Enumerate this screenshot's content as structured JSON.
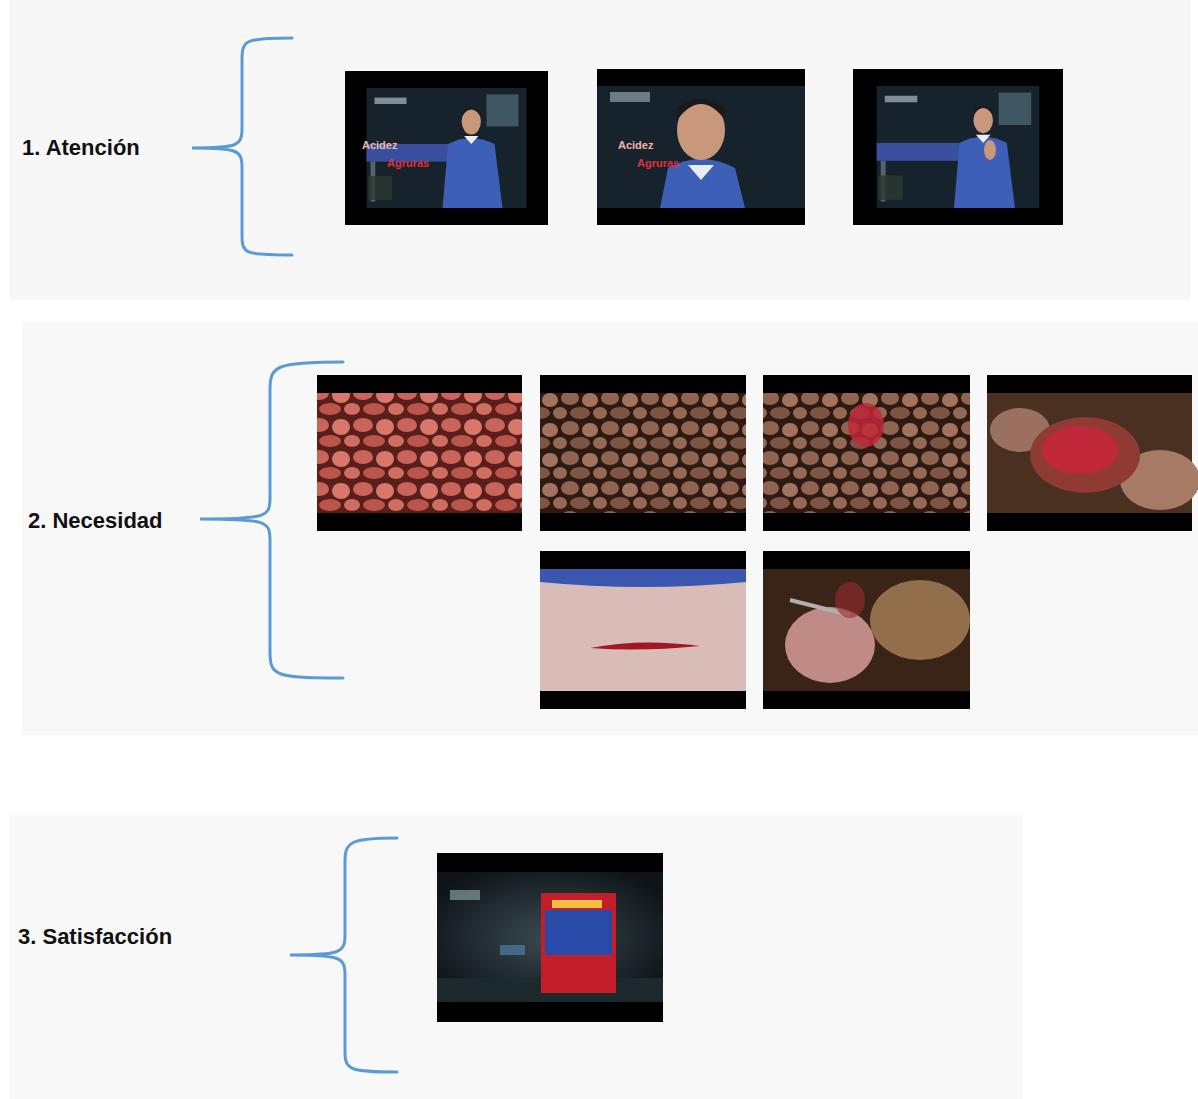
{
  "diagram": {
    "labels": [
      "1. Atención",
      "Acidez",
      "Agruras",
      "Acidez",
      "Agruras",
      "2. Necesidad",
      "3. Satisfacción"
    ]
  }
}
